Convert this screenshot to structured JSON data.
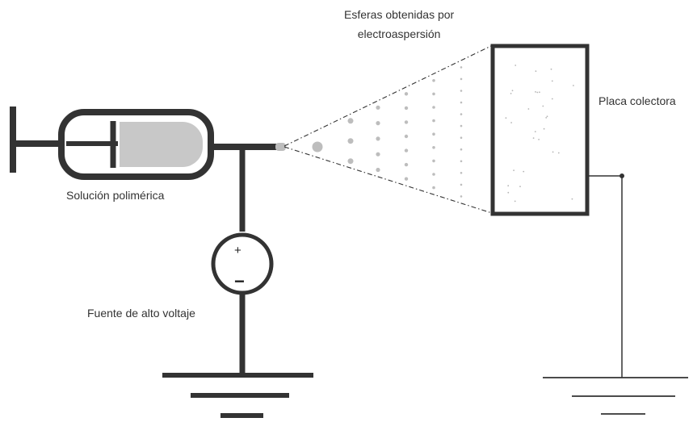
{
  "labels": {
    "spheres_line1": "Esferas obtenidas por",
    "spheres_line2": "electroaspersión",
    "collector_plate": "Placa colectora",
    "polymer_solution": "Solución polimérica",
    "high_voltage_source": "Fuente de alto voltaje",
    "plus_sign": "+",
    "minus_sign": "−"
  },
  "colors": {
    "line": "#333333",
    "fluid": "#c8c8c8",
    "droplet": "#bdbdbd"
  }
}
